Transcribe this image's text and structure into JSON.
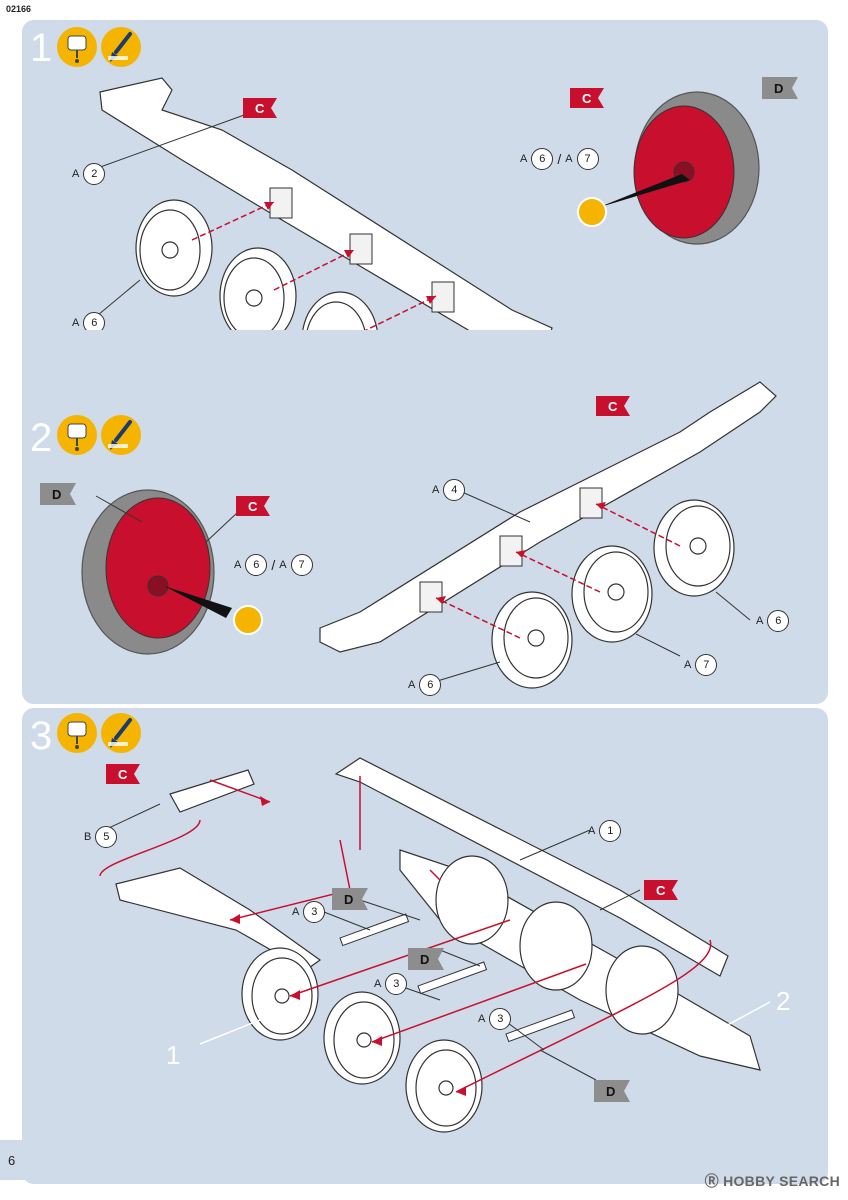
{
  "doc_number": "02166",
  "page_number": "6",
  "watermark": "Ⓡ HOBBY SEARCH",
  "steps": [
    {
      "number": "1",
      "icons": [
        "glue-tube-icon",
        "paint-brush-icon"
      ],
      "paint_codes": [
        "C",
        "D",
        "C"
      ],
      "labels": {
        "frame": {
          "prefix": "A",
          "num": "2"
        },
        "wheel_left": {
          "prefix": "A",
          "num": "6"
        },
        "wheel_mid": {
          "prefix": "A",
          "num": "7"
        },
        "wheel_right": {
          "prefix": "A",
          "num": "6"
        },
        "detail_a": {
          "prefix": "A",
          "num": "6"
        },
        "detail_b": {
          "prefix": "A",
          "num": "7"
        }
      }
    },
    {
      "number": "2",
      "icons": [
        "glue-tube-icon",
        "paint-brush-icon"
      ],
      "paint_codes": [
        "D",
        "C",
        "C"
      ],
      "labels": {
        "frame": {
          "prefix": "A",
          "num": "4"
        },
        "wheel_right": {
          "prefix": "A",
          "num": "6"
        },
        "wheel_mid": {
          "prefix": "A",
          "num": "7"
        },
        "wheel_left": {
          "prefix": "A",
          "num": "6"
        },
        "detail_a": {
          "prefix": "A",
          "num": "6"
        },
        "detail_b": {
          "prefix": "A",
          "num": "7"
        }
      }
    },
    {
      "number": "3",
      "icons": [
        "glue-tube-icon",
        "paint-brush-icon"
      ],
      "paint_codes": [
        "C",
        "C",
        "D",
        "D",
        "D"
      ],
      "labels": {
        "part_b5": {
          "prefix": "B",
          "num": "5"
        },
        "part_a1": {
          "prefix": "A",
          "num": "1"
        },
        "axle_1": {
          "prefix": "A",
          "num": "3"
        },
        "axle_2": {
          "prefix": "A",
          "num": "3"
        },
        "axle_3": {
          "prefix": "A",
          "num": "3"
        }
      },
      "subassembly_refs": [
        "1",
        "2"
      ]
    }
  ],
  "colors": {
    "panel_bg": "#cfdbe9",
    "wheel_red": "#c8102e",
    "tyre_grey": "#8a8a8a",
    "paint_flag_red": "#c8102e",
    "paint_flag_grey": "#8d8d8d",
    "icon_yellow": "#f4b400"
  }
}
